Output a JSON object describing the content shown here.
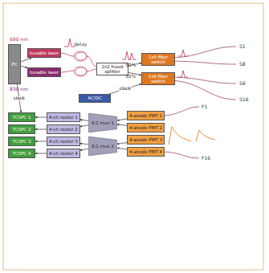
{
  "diagram": {
    "nodes": [
      {
        "text": [
          "PC"
        ]
      },
      {
        "text": [
          "tunable laser"
        ]
      },
      {
        "text": [
          "tunable laser"
        ]
      },
      {
        "text": [
          "2x2 fused splitter"
        ]
      },
      {
        "text": [
          "1x9 fiber switch"
        ]
      },
      {
        "text": [
          "1x9 fiber switch"
        ]
      },
      {
        "text": [
          "AC/DC"
        ]
      },
      {
        "text": [
          "TCSPC 1"
        ]
      },
      {
        "text": [
          "TCSPC 2"
        ]
      },
      {
        "text": [
          "TCSPC 3"
        ]
      },
      {
        "text": [
          "TCSPC 4"
        ]
      },
      {
        "text": [
          "4-ch router 1"
        ]
      },
      {
        "text": [
          "4-ch router 2"
        ]
      },
      {
        "text": [
          "4-ch router 3"
        ]
      },
      {
        "text": [
          "4-ch router 4"
        ]
      },
      {
        "text": [
          "8:1 mux 1"
        ]
      },
      {
        "text": [
          "8:1 mux 2"
        ]
      },
      {
        "text": [
          "4-anode PMT 1"
        ]
      },
      {
        "text": [
          "4-anode PMT 2"
        ]
      },
      {
        "text": [
          "4-anode PMT 3"
        ]
      },
      {
        "text": [
          "4-anode PMT 4"
        ]
      }
    ],
    "edges": [
      {
        "from": 0,
        "to": 1,
        "arrow": "to"
      },
      {
        "from": 0,
        "to": 2,
        "arrow": "to"
      },
      {
        "from": 3,
        "to": 4,
        "arrow": "to"
      },
      {
        "from": 3,
        "to": 5,
        "arrow": "to"
      },
      {
        "from": 6,
        "to": 5,
        "label": "clock",
        "arrow": "to"
      },
      {
        "from": 0,
        "to": 7,
        "label": "clock",
        "arrow": "to"
      },
      {
        "from": 11,
        "to": 7,
        "arrow": "to"
      },
      {
        "from": 12,
        "to": 8,
        "arrow": "to"
      },
      {
        "from": 13,
        "to": 9,
        "arrow": "to"
      },
      {
        "from": 14,
        "to": 10,
        "arrow": "to"
      },
      {
        "from": 15,
        "to": 11,
        "arrow": "to"
      },
      {
        "from": 15,
        "to": 12,
        "arrow": "to"
      },
      {
        "from": 16,
        "to": 13,
        "arrow": "to"
      },
      {
        "from": 16,
        "to": 14,
        "arrow": "to"
      },
      {
        "from": 17,
        "to": 15,
        "arrow": "to"
      },
      {
        "from": 18,
        "to": 15,
        "arrow": "to"
      },
      {
        "from": 19,
        "to": 16,
        "arrow": "to"
      },
      {
        "from": 20,
        "to": 16,
        "arrow": "to"
      }
    ],
    "labels": [
      "690 nm",
      "830 nm",
      "delay",
      "50%",
      "50%",
      "S1",
      "S8",
      "S9",
      "S16",
      "F1",
      "F16"
    ]
  }
}
